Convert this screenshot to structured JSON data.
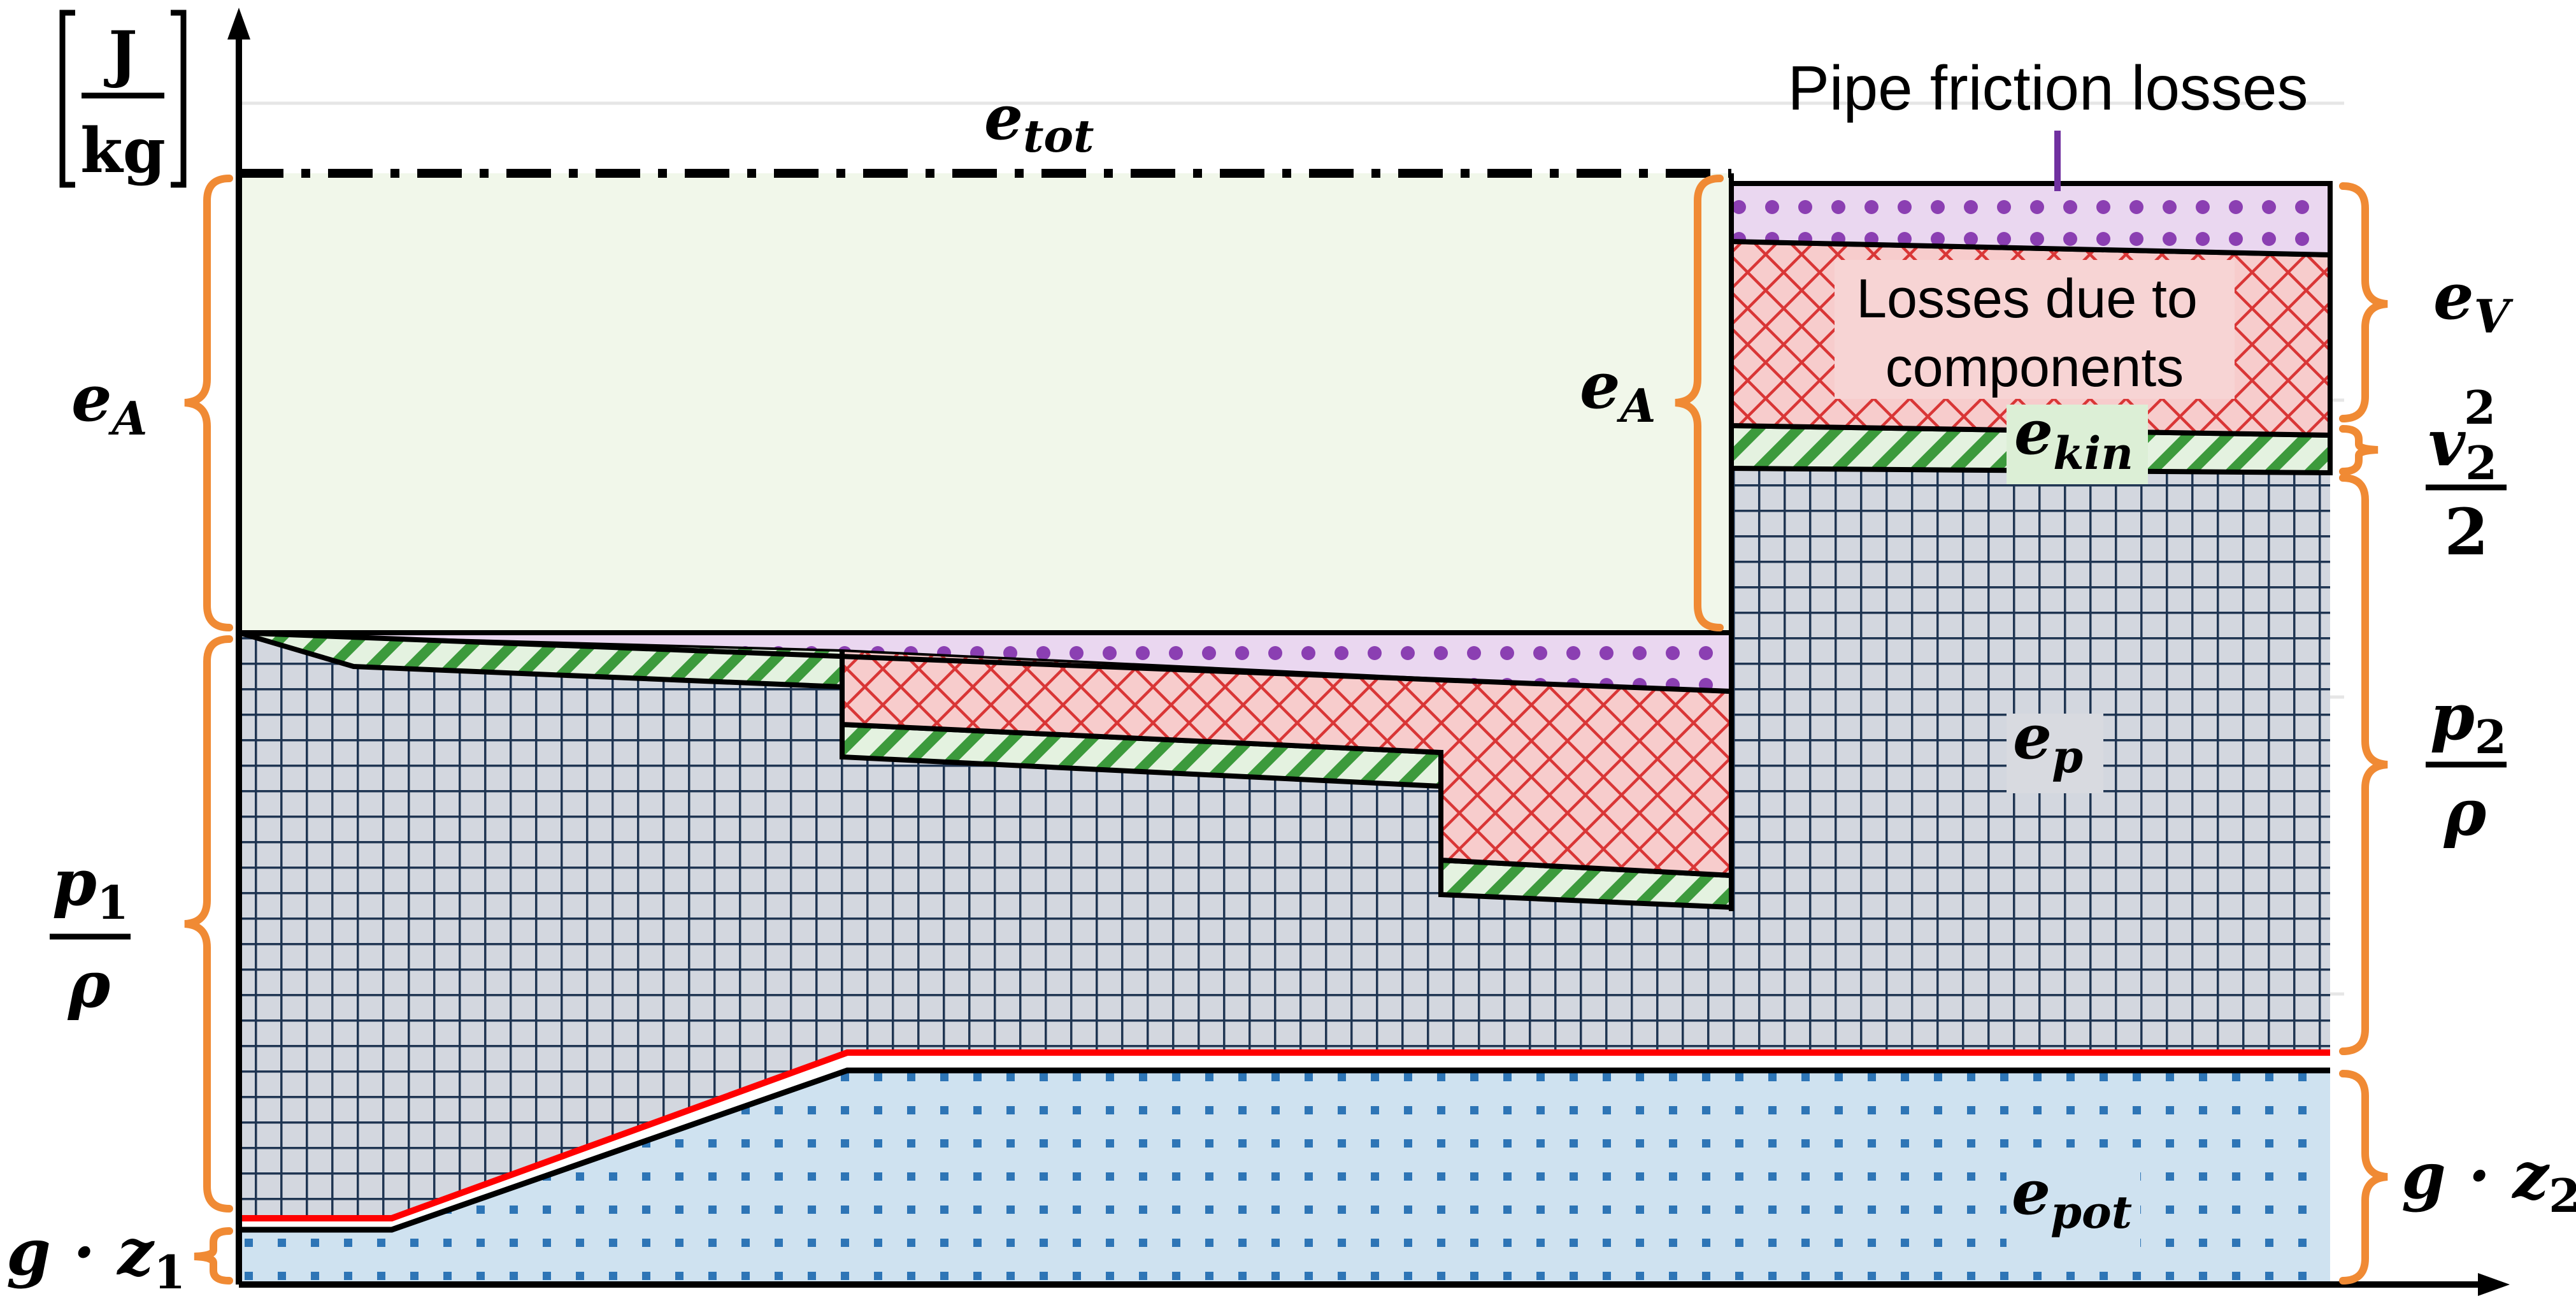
{
  "axis": {
    "unit_num": "J",
    "unit_den": "kg"
  },
  "labels": {
    "e_tot": "e",
    "e_tot_sub": "tot",
    "pipe_friction": "Pipe friction losses",
    "losses_components_1": "Losses due to",
    "losses_components_2": "components",
    "e_A_left": "e",
    "e_A_left_sub": "A",
    "e_A_right": "e",
    "e_A_right_sub": "A",
    "e_kin": "e",
    "e_kin_sub": "kin",
    "e_p": "e",
    "e_p_sub": "p",
    "e_pot": "e",
    "e_pot_sub": "pot",
    "e_V": "e",
    "e_V_sub": "V",
    "v2_num": "v",
    "v2_sub": "2",
    "v2_sup": "2",
    "v2_den": "2",
    "p2_num": "p",
    "p2_sub": "2",
    "p2_den": "ρ",
    "p1_num": "p",
    "p1_sub": "1",
    "p1_den": "ρ",
    "gz1": "g · z",
    "gz1_sub": "1",
    "gz2": "g · z",
    "gz2_sub": "2"
  },
  "colors": {
    "e_A_fill": "#f1f7ea",
    "pressure_fill": "#d3d7df",
    "pressure_grid": "#1f3552",
    "potential_fill": "#cfe2f0",
    "potential_dots": "#2e75b6",
    "kinetic_fill": "#e4f2e0",
    "kinetic_hatch": "#3c9a3c",
    "component_fill": "#f7cccc",
    "component_hatch": "#d93636",
    "friction_fill": "#ead7f0",
    "friction_dots": "#8b3fb2",
    "brace": "#f08a34",
    "red_line": "#ff0000"
  }
}
